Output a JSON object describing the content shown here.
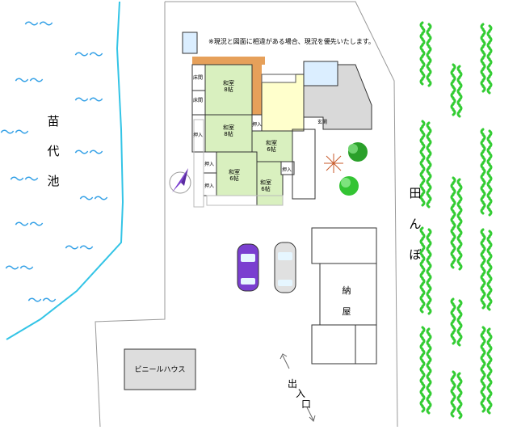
{
  "note": "※現況と図面に相違がある場合、現況を優先いたします。",
  "pond": {
    "chars": [
      "苗",
      "代",
      "池"
    ],
    "wave": "～～"
  },
  "field": {
    "chars": [
      "田",
      "ん",
      "ぼ"
    ]
  },
  "rooms": {
    "r1": {
      "name": "和室",
      "size": "8帖"
    },
    "r2": {
      "name": "和室",
      "size": "8帖"
    },
    "r3": {
      "name": "和室",
      "size": "6帖"
    },
    "r4": {
      "name": "和室",
      "size": "6帖"
    },
    "r5": {
      "name": "和室",
      "size": "6帖"
    }
  },
  "closets": {
    "tokonoma1": "床間",
    "tokonoma2": "床間",
    "oshiire1": "押入",
    "oshiire2": "押入",
    "oshiire3": "押入",
    "oshiire4": "押入",
    "oshiire5": "押入"
  },
  "entrance": {
    "label": "玄関"
  },
  "storage_barn": {
    "chars": [
      "納",
      "屋"
    ]
  },
  "greenhouse": "ビニールハウス",
  "entry_exit": {
    "chars": [
      "出",
      "入",
      "口"
    ]
  },
  "colors": {
    "tatami": "#d9f0bf",
    "kitchen": "#ffffcc",
    "wet_area": "#d9d9d9",
    "engawa": "#e6a05a",
    "car_purple": "#7a3fd0",
    "crop_green": "#33cc33",
    "water_line": "#33c4e6",
    "wave": "#33a0e6"
  }
}
